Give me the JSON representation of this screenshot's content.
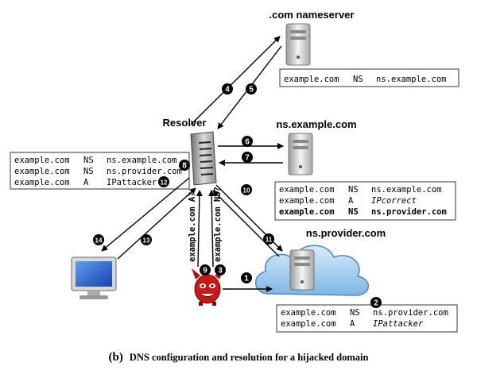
{
  "nodes": {
    "com_nameserver": ".com nameserver",
    "resolver": "Resolver",
    "ns_example": "ns.example.com",
    "ns_provider": "ns.provider.com"
  },
  "boxes": {
    "com": [
      [
        "example.com",
        "NS",
        "ns.example.com"
      ]
    ],
    "resolver_cache": [
      [
        "example.com",
        "NS",
        "ns.example.com"
      ],
      [
        "example.com",
        "NS",
        "ns.provider.com"
      ],
      [
        "example.com",
        "A",
        "IPattacker"
      ]
    ],
    "ns_example": [
      [
        "example.com",
        "NS",
        "ns.example.com"
      ],
      [
        "example.com",
        "A",
        "IPcorrect"
      ],
      [
        "example.com",
        "NS",
        "ns.provider.com"
      ]
    ],
    "ns_provider": [
      [
        "example.com",
        "NS",
        "ns.provider.com"
      ],
      [
        "example.com",
        "A",
        "IPattacker"
      ]
    ]
  },
  "queries": {
    "a_query": "example.com A?",
    "ns_query": "example.com NS?"
  },
  "steps": [
    "1",
    "2",
    "3",
    "4",
    "5",
    "6",
    "7",
    "8",
    "9",
    "10",
    "11",
    "12",
    "13",
    "14"
  ],
  "caption": {
    "label": "(b)",
    "text": "DNS configuration and resolution for a hijacked domain"
  }
}
